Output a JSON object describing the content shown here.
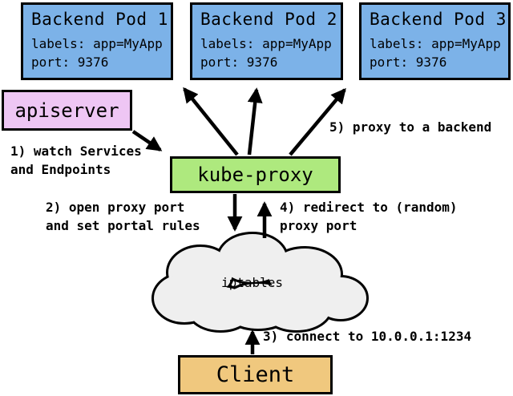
{
  "colors": {
    "pod_fill": "#7CB2E8",
    "apiserver_fill": "#EEC6F4",
    "kube_proxy_fill": "#AEE97E",
    "client_fill": "#F0C87E",
    "cloud_fill": "#EFEFEF",
    "stroke": "#000000",
    "background": "#FFFFFF"
  },
  "pods": [
    {
      "title": "Backend Pod 1",
      "labels": "labels: app=MyApp",
      "port": "port: 9376"
    },
    {
      "title": "Backend Pod 2",
      "labels": "labels: app=MyApp",
      "port": "port: 9376"
    },
    {
      "title": "Backend Pod 3",
      "labels": "labels: app=MyApp",
      "port": "port: 9376"
    }
  ],
  "nodes": {
    "apiserver": "apiserver",
    "kube_proxy": "kube-proxy",
    "iptables": "iptables",
    "client": "Client"
  },
  "annotations": {
    "step1": {
      "line1": "1) watch Services",
      "line2": "and Endpoints"
    },
    "step2": {
      "line1": "2) open proxy port",
      "line2": "and set portal rules"
    },
    "step3": {
      "line1": "3) connect to 10.0.0.1:1234"
    },
    "step4": {
      "line1": "4) redirect to (random)",
      "line2": "proxy port"
    },
    "step5": {
      "line1": "5) proxy to a backend"
    }
  }
}
